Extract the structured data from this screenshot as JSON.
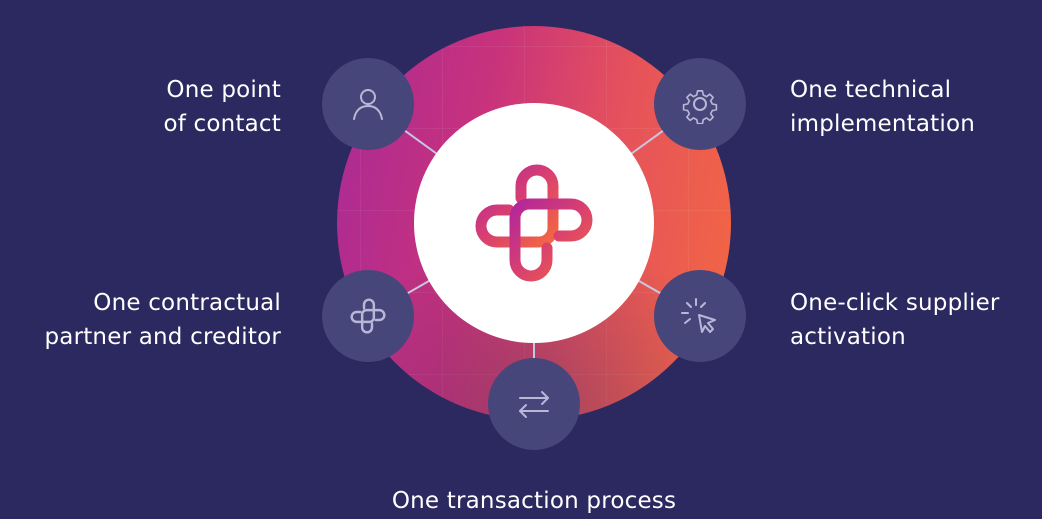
{
  "colors": {
    "background": "#2c2860",
    "node": "#46467a",
    "ring_gradient_start": "#a92a96",
    "ring_gradient_end": "#f36841",
    "connector": "#c8c6e0",
    "icon_stroke": "#b9b7d8"
  },
  "hub": {
    "icon": "interlocked-cross-logo"
  },
  "features": {
    "contact": {
      "icon": "user-icon",
      "line1": "One point",
      "line2": "of contact"
    },
    "technical": {
      "icon": "gear-icon",
      "line1": "One technical",
      "line2": "implementation"
    },
    "contractual": {
      "icon": "interlocked-logo-icon",
      "line1": "One contractual",
      "line2": "partner and creditor"
    },
    "supplier": {
      "icon": "cursor-click-icon",
      "line1": "One-click supplier",
      "line2": "activation"
    },
    "transaction": {
      "icon": "swap-arrows-icon",
      "line1": "One transaction process"
    }
  }
}
